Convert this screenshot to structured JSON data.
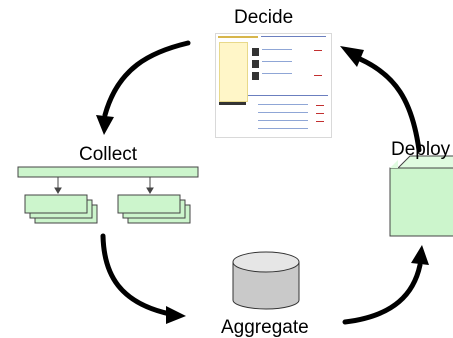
{
  "stages": {
    "decide": "Decide",
    "collect": "Collect",
    "aggregate": "Aggregate",
    "deploy": "Deploy"
  },
  "colors": {
    "box_fill": "#ccf5cc",
    "box_stroke": "#444444",
    "cylinder_fill": "#c9c9c9",
    "arrow": "#000000"
  },
  "icons": {
    "collect": "stacked-documents",
    "aggregate": "database-cylinder",
    "deploy": "green-cube",
    "decide": "webpage-screenshot"
  }
}
